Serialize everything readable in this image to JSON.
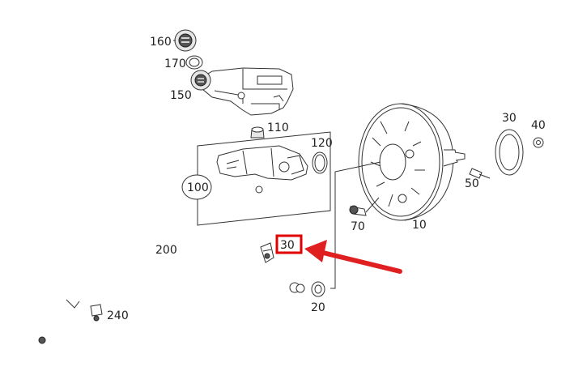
{
  "labels": {
    "l160": "160",
    "l170": "170",
    "l150": "150",
    "l110": "110",
    "l120": "120",
    "l100": "100",
    "l200": "200",
    "l240": "240",
    "l30_hl": "30",
    "l20": "20",
    "l70": "70",
    "l10": "10",
    "l50": "50",
    "l30": "30",
    "l40": "40"
  },
  "highlight": {
    "box_color": "#e00000",
    "arrow_color": "#e02020"
  }
}
